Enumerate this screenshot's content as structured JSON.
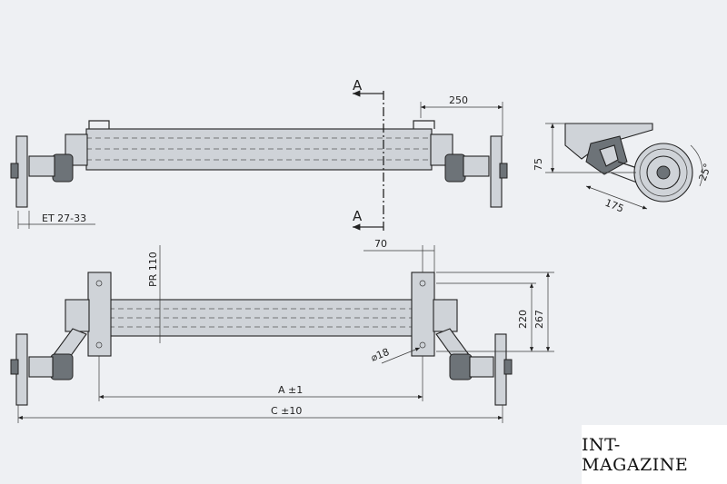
{
  "labels": {
    "section_top": "A",
    "section_bottom": "A",
    "dim_250": "250",
    "dim_75": "75",
    "dim_175": "175",
    "dim_25deg": "25°",
    "dim_et": "ET 27-33",
    "dim_70": "70",
    "dim_pr": "PR 110",
    "dim_220": "220",
    "dim_267": "267",
    "dim_dia": "⌀18",
    "dim_a": "A ±1",
    "dim_c": "C ±10"
  },
  "watermark": "INT-MAGAZINE"
}
